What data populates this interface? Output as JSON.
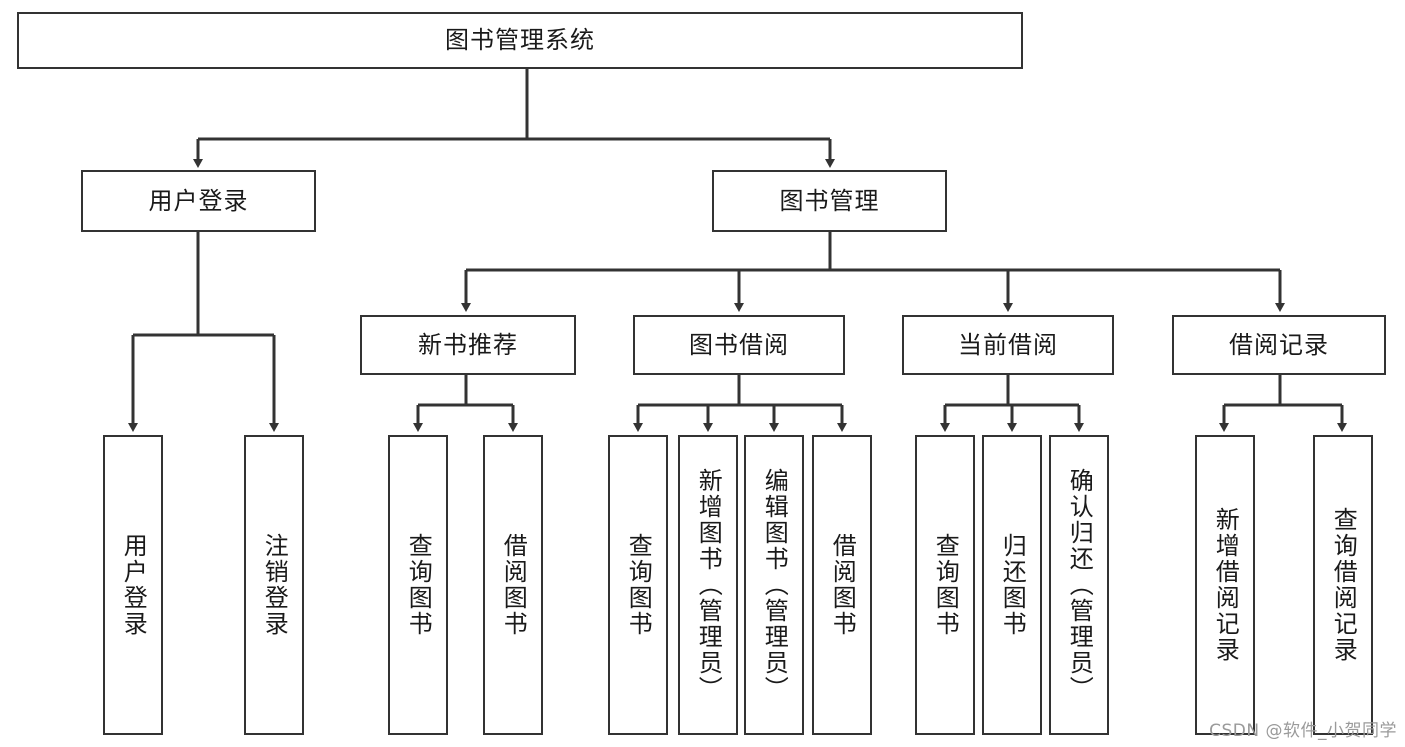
{
  "diagram": {
    "type": "tree-hierarchy-diagram",
    "title": "图书管理系统",
    "watermark": "CSDN @软件_小贺同学",
    "colors": {
      "box_border": "#333333",
      "box_fill": "#ffffff",
      "connector": "#333333",
      "text": "#1a1a1a",
      "watermark": "#9a9a9a"
    },
    "root": {
      "label": "图书管理系统"
    },
    "level2": [
      {
        "id": "user-login",
        "label": "用户登录"
      },
      {
        "id": "book-management",
        "label": "图书管理"
      }
    ],
    "level3": [
      {
        "id": "new-book-recommend",
        "label": "新书推荐"
      },
      {
        "id": "book-borrow",
        "label": "图书借阅"
      },
      {
        "id": "current-borrow",
        "label": "当前借阅"
      },
      {
        "id": "borrow-record",
        "label": "借阅记录"
      }
    ],
    "leaves": {
      "user_login": [
        {
          "id": "leaf-user-login",
          "label": "用户登录"
        },
        {
          "id": "leaf-logout-login",
          "label": "注销登录"
        }
      ],
      "new_book_recommend": [
        {
          "id": "leaf-query-book-1",
          "label": "查询图书"
        },
        {
          "id": "leaf-borrow-book-1",
          "label": "借阅图书"
        }
      ],
      "book_borrow": [
        {
          "id": "leaf-query-book-2",
          "label": "查询图书"
        },
        {
          "id": "leaf-add-book",
          "label": "新增图书（管理员）"
        },
        {
          "id": "leaf-edit-book",
          "label": "编辑图书（管理员）"
        },
        {
          "id": "leaf-borrow-book-2",
          "label": "借阅图书"
        }
      ],
      "current_borrow": [
        {
          "id": "leaf-query-book-3",
          "label": "查询图书"
        },
        {
          "id": "leaf-return-book",
          "label": "归还图书"
        },
        {
          "id": "leaf-confirm-return",
          "label": "确认归还（管理员）"
        }
      ],
      "borrow_record": [
        {
          "id": "leaf-add-record",
          "label": "新增借阅记录"
        },
        {
          "id": "leaf-query-record",
          "label": "查询借阅记录"
        }
      ]
    }
  }
}
